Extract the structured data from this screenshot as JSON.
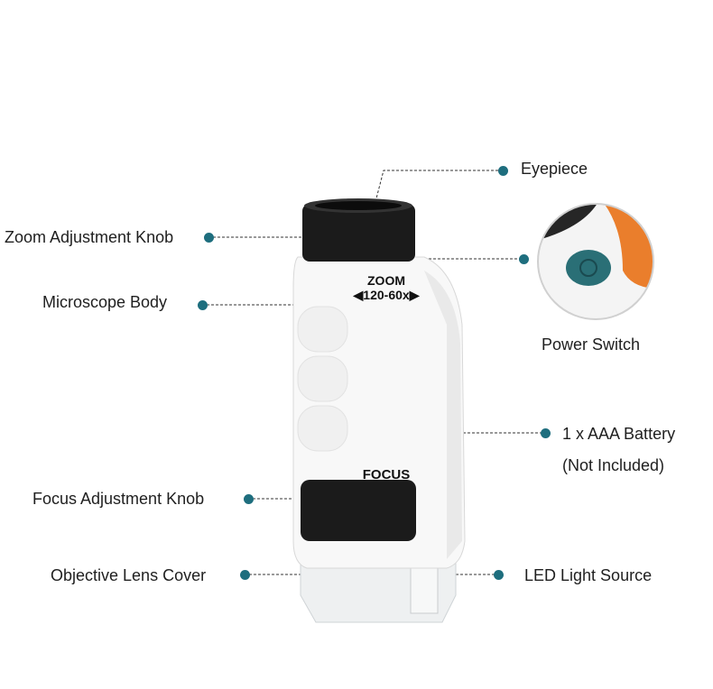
{
  "colors": {
    "dot": "#1e6e7e",
    "accent_orange": "#ea7e2c",
    "button_teal": "#2a6f76"
  },
  "device_text": {
    "zoom": "ZOOM",
    "zoom_range": "120-60x",
    "focus": "FOCUS"
  },
  "labels": {
    "eyepiece": "Eyepiece",
    "zoom_knob": "Zoom Adjustment Knob",
    "body": "Microscope Body",
    "power_switch": "Power Switch",
    "battery": "1 x AAA Battery",
    "battery_note": "(Not Included)",
    "focus_knob": "Focus Adjustment Knob",
    "lens_cover": "Objective Lens Cover",
    "led": "LED Light Source"
  }
}
